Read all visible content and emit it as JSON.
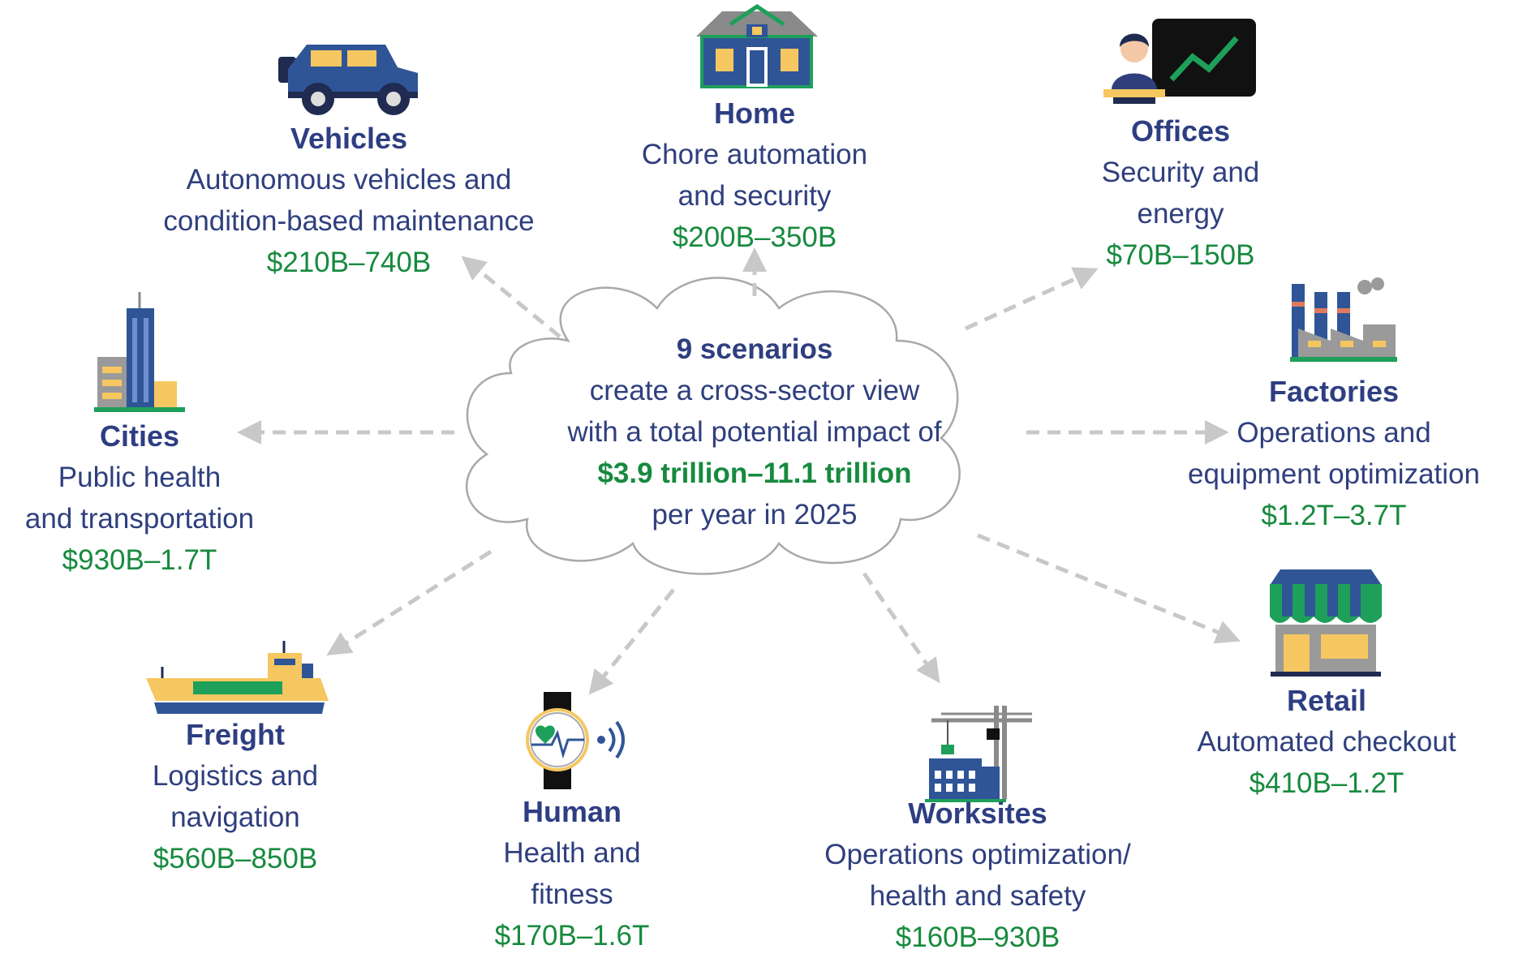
{
  "center": {
    "lead": "9 scenarios",
    "line1": "create a cross-sector view",
    "line2": "with a total potential impact of",
    "total": "$3.9 trillion–11.1 trillion",
    "line3": "per year in 2025"
  },
  "sectors": {
    "vehicles": {
      "title": "Vehicles",
      "desc1": "Autonomous vehicles and",
      "desc2": "condition-based maintenance",
      "range": "$210B–740B",
      "icon": "car-icon"
    },
    "home": {
      "title": "Home",
      "desc1": "Chore automation",
      "desc2": "and security",
      "range": "$200B–350B",
      "icon": "house-icon"
    },
    "offices": {
      "title": "Offices",
      "desc1": "Security and",
      "desc2": "energy",
      "range": "$70B–150B",
      "icon": "presenter-chart-icon"
    },
    "factories": {
      "title": "Factories",
      "desc1": "Operations and",
      "desc2": "equipment optimization",
      "range": "$1.2T–3.7T",
      "icon": "factory-icon"
    },
    "retail": {
      "title": "Retail",
      "desc1": "Automated checkout",
      "range": "$410B–1.2T",
      "icon": "storefront-icon"
    },
    "worksites": {
      "title": "Worksites",
      "desc1": "Operations optimization/",
      "desc2": "health and safety",
      "range": "$160B–930B",
      "icon": "crane-icon"
    },
    "human": {
      "title": "Human",
      "desc1": "Health and",
      "desc2": "fitness",
      "range": "$170B–1.6T",
      "icon": "smartwatch-heart-icon"
    },
    "freight": {
      "title": "Freight",
      "desc1": "Logistics and",
      "desc2": "navigation",
      "range": "$560B–850B",
      "icon": "cargo-ship-icon"
    },
    "cities": {
      "title": "Cities",
      "desc1": "Public health",
      "desc2": "and transportation",
      "range": "$930B–1.7T",
      "icon": "city-buildings-icon"
    }
  },
  "colors": {
    "navy": "#2e3e82",
    "green": "#178a3e",
    "cloud_stroke": "#a9a9a9",
    "arrow": "#c8c8c8",
    "icon_blue": "#2f5597",
    "icon_yellow": "#f6c760",
    "icon_green": "#1ea05a"
  }
}
